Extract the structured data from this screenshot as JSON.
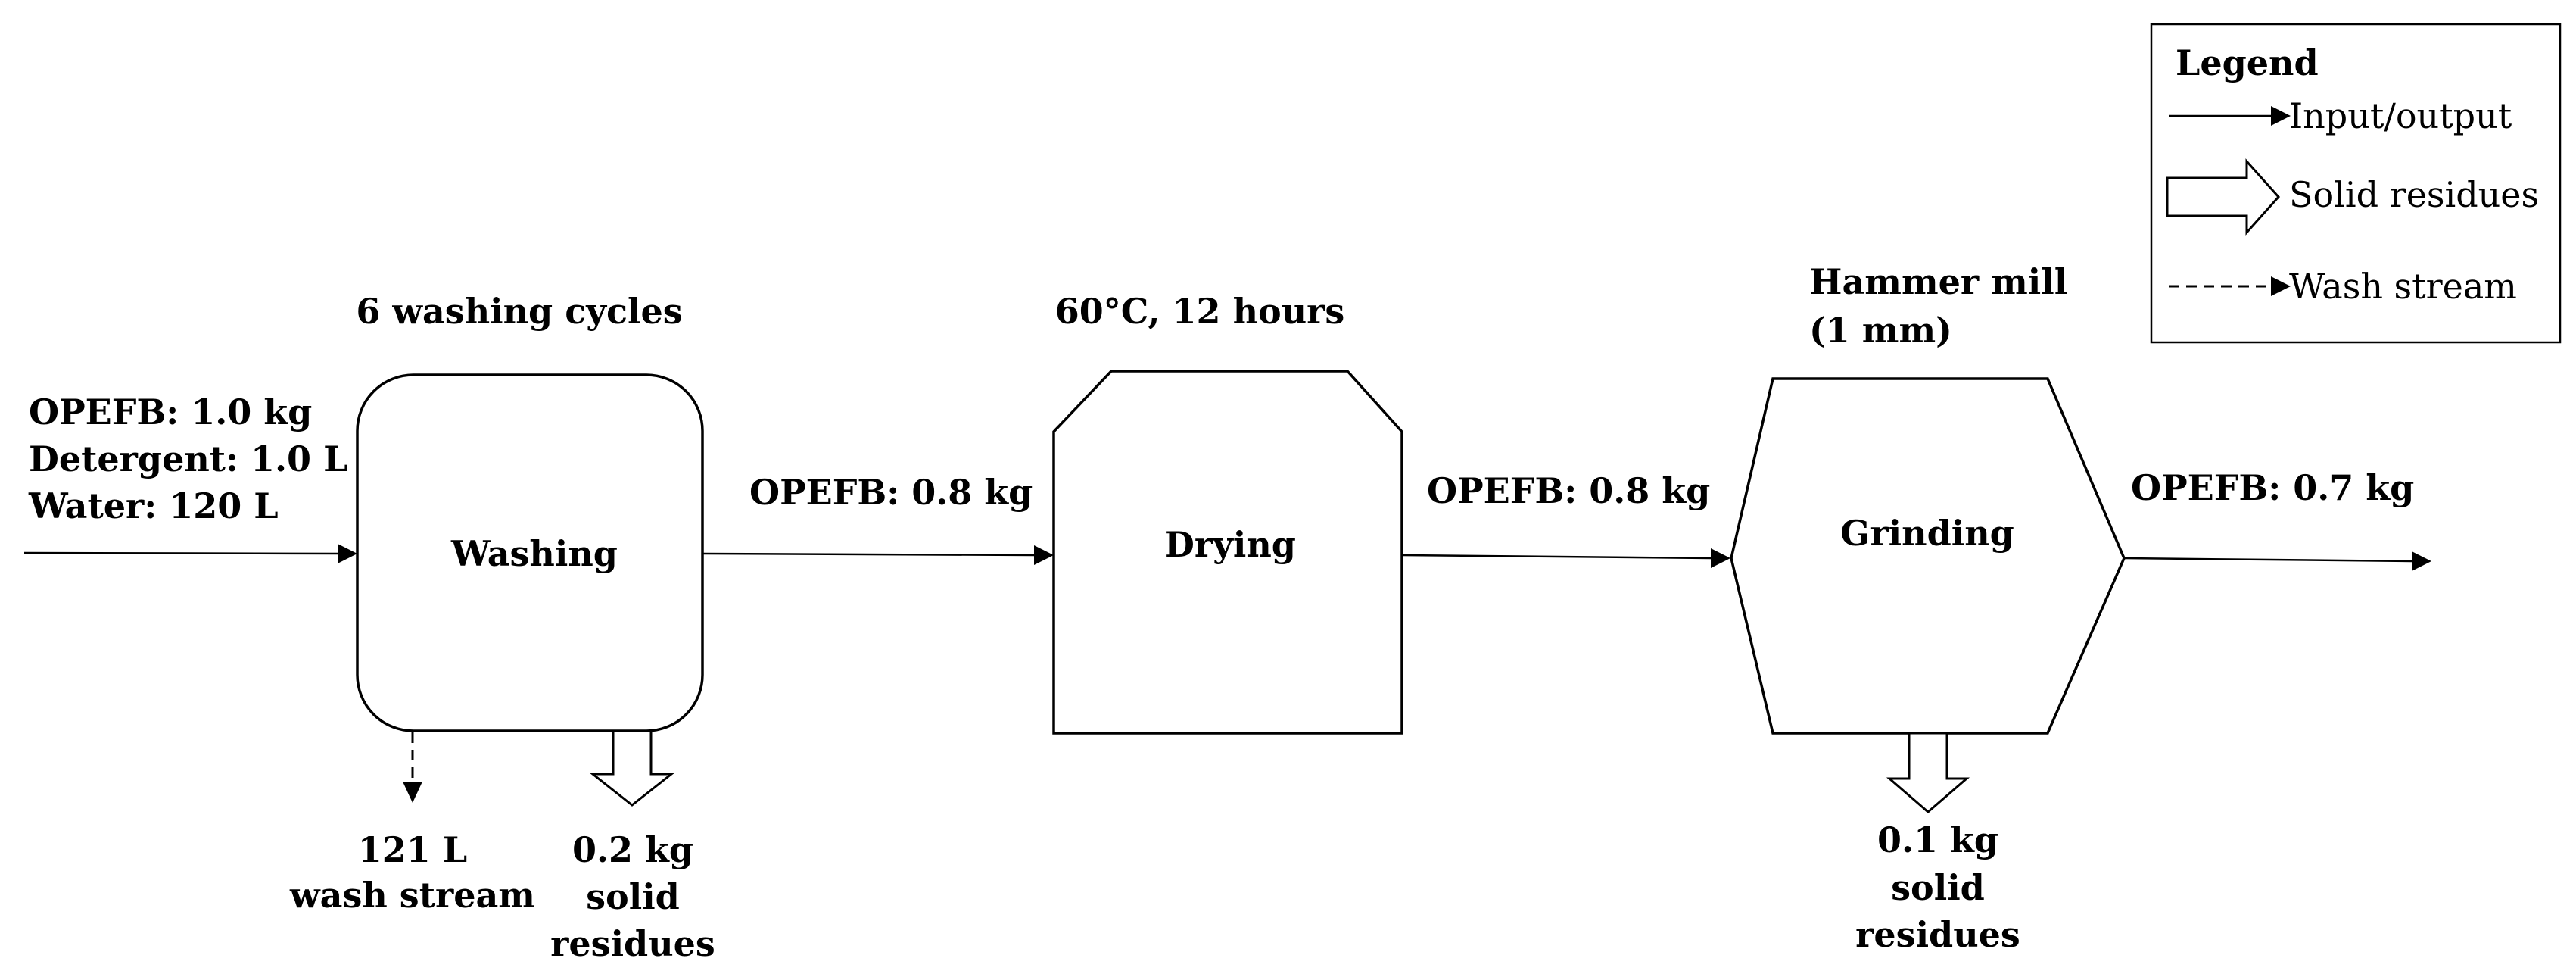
{
  "washing": {
    "label": "Washing",
    "condition": "6 washing cycles",
    "inputs": [
      "OPEFB: 1.0 kg",
      "Detergent: 1.0 L",
      "Water: 120 L"
    ],
    "wash_stream_output": [
      "121 L",
      "wash stream"
    ],
    "solid_residue_output": [
      "0.2 kg",
      "solid",
      "residues"
    ]
  },
  "stream_washing_to_drying": "OPEFB: 0.8 kg",
  "drying": {
    "label": "Drying",
    "condition": "60°C, 12 hours"
  },
  "stream_drying_to_grinding": "OPEFB: 0.8 kg",
  "grinding": {
    "label": "Grinding",
    "condition": [
      "Hammer mill",
      "(1 mm)"
    ],
    "solid_residue_output": [
      "0.1 kg",
      "solid",
      "residues"
    ]
  },
  "final_output": "OPEFB: 0.7 kg",
  "legend": {
    "title": "Legend",
    "items": [
      {
        "label": "Input/output",
        "style": "solid-arrow"
      },
      {
        "label": "Solid residues",
        "style": "hollow-block-arrow"
      },
      {
        "label": "Wash stream",
        "style": "dashed-arrow"
      }
    ]
  }
}
